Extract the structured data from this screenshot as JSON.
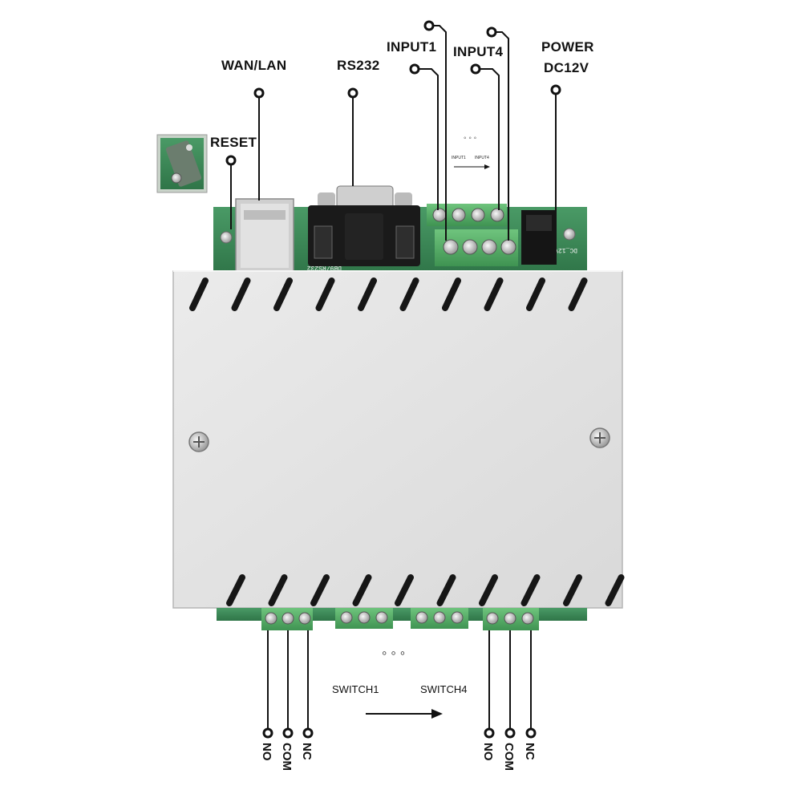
{
  "labels": {
    "wan_lan": "WAN/LAN",
    "rs232": "RS232",
    "input1": "INPUT1",
    "input4": "INPUT4",
    "power_line1": "POWER",
    "power_line2": "DC12V",
    "reset": "RESET",
    "switch1": "SWITCH1",
    "switch4": "SWITCH4",
    "board_input1": "INPUT1",
    "board_input4": "INPUT4",
    "board_dc": "DC_12V",
    "ellipsis_top": "◦ ◦ ◦",
    "ellipsis_bottom": "◦ ◦ ◦"
  },
  "relay_terminals_left": [
    "NO",
    "COM",
    "NC"
  ],
  "relay_terminals_right": [
    "NO",
    "COM",
    "NC"
  ],
  "colors": {
    "case": "#e6e6e6",
    "pcb": "#3e8a5a",
    "terminal_block": "#59b06a",
    "connector_db9": "#1a1a1a",
    "callout_line": "#111111"
  }
}
